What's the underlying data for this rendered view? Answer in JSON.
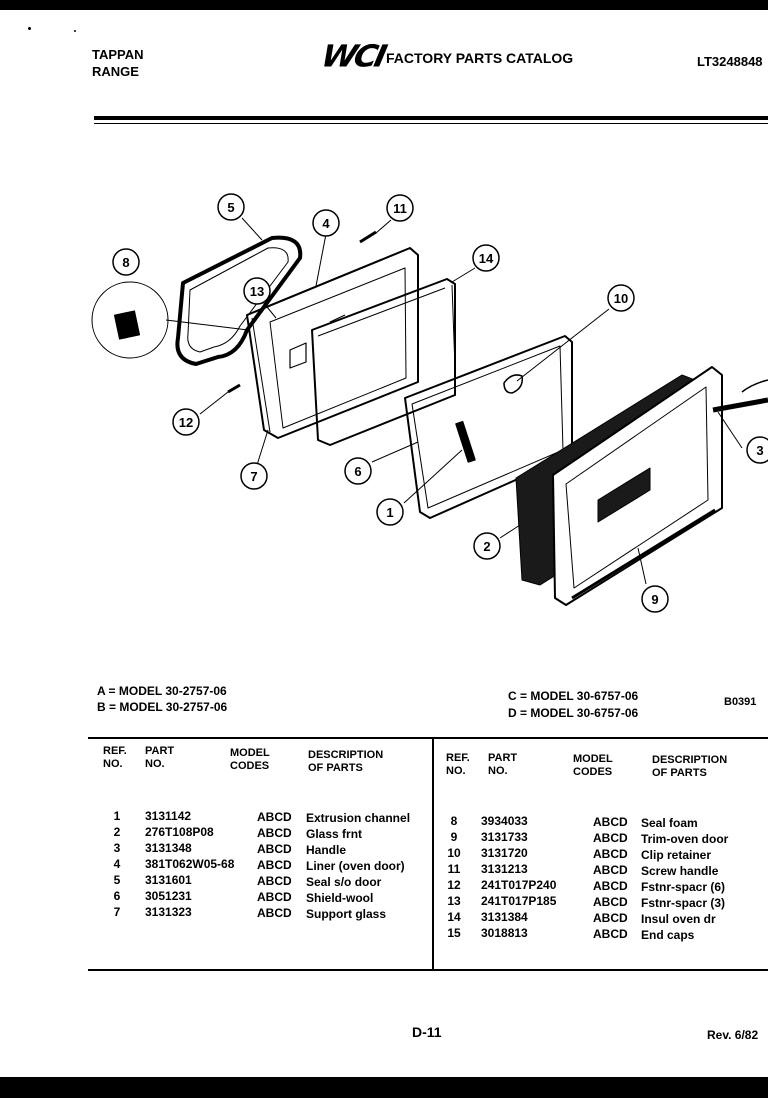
{
  "header": {
    "brand_line1": "TAPPAN",
    "brand_line2": "RANGE",
    "logo": "WCI",
    "catalog_title": "FACTORY PARTS CATALOG",
    "catalog_code": "LT3248848"
  },
  "diagram": {
    "callouts": [
      "1",
      "2",
      "3",
      "4",
      "5",
      "6",
      "7",
      "8",
      "9",
      "10",
      "11",
      "12",
      "13",
      "14"
    ]
  },
  "models": {
    "left": [
      "A = MODEL 30-2757-06",
      "B = MODEL 30-2757-06"
    ],
    "right": [
      "C = MODEL 30-6757-06",
      "D = MODEL 30-6757-06"
    ],
    "figure_code": "B0391"
  },
  "table": {
    "headers": {
      "ref": "REF.\nNO.",
      "part": "PART\nNO.",
      "codes": "MODEL\nCODES",
      "desc": "DESCRIPTION\nOF PARTS"
    },
    "left_rows": [
      {
        "ref": "1",
        "part": "3131142",
        "codes": "ABCD",
        "desc": "Extrusion channel"
      },
      {
        "ref": "2",
        "part": "276T108P08",
        "codes": "ABCD",
        "desc": "Glass frnt"
      },
      {
        "ref": "3",
        "part": "3131348",
        "codes": "ABCD",
        "desc": "Handle"
      },
      {
        "ref": "4",
        "part": "381T062W05-68",
        "codes": "ABCD",
        "desc": "Liner (oven door)"
      },
      {
        "ref": "5",
        "part": "3131601",
        "codes": "ABCD",
        "desc": "Seal s/o door"
      },
      {
        "ref": "6",
        "part": "3051231",
        "codes": "ABCD",
        "desc": "Shield-wool"
      },
      {
        "ref": "7",
        "part": "3131323",
        "codes": "ABCD",
        "desc": "Support glass"
      }
    ],
    "right_rows": [
      {
        "ref": "8",
        "part": "3934033",
        "codes": "ABCD",
        "desc": "Seal foam"
      },
      {
        "ref": "9",
        "part": "3131733",
        "codes": "ABCD",
        "desc": "Trim-oven door"
      },
      {
        "ref": "10",
        "part": "3131720",
        "codes": "ABCD",
        "desc": "Clip retainer"
      },
      {
        "ref": "11",
        "part": "3131213",
        "codes": "ABCD",
        "desc": "Screw handle"
      },
      {
        "ref": "12",
        "part": "241T017P240",
        "codes": "ABCD",
        "desc": "Fstnr-spacr (6)"
      },
      {
        "ref": "13",
        "part": "241T017P185",
        "codes": "ABCD",
        "desc": "Fstnr-spacr (3)"
      },
      {
        "ref": "14",
        "part": "3131384",
        "codes": "ABCD",
        "desc": "Insul oven dr"
      },
      {
        "ref": "15",
        "part": "3018813",
        "codes": "ABCD",
        "desc": "End caps"
      }
    ]
  },
  "footer": {
    "page": "D-11",
    "revision": "Rev. 6/82"
  }
}
